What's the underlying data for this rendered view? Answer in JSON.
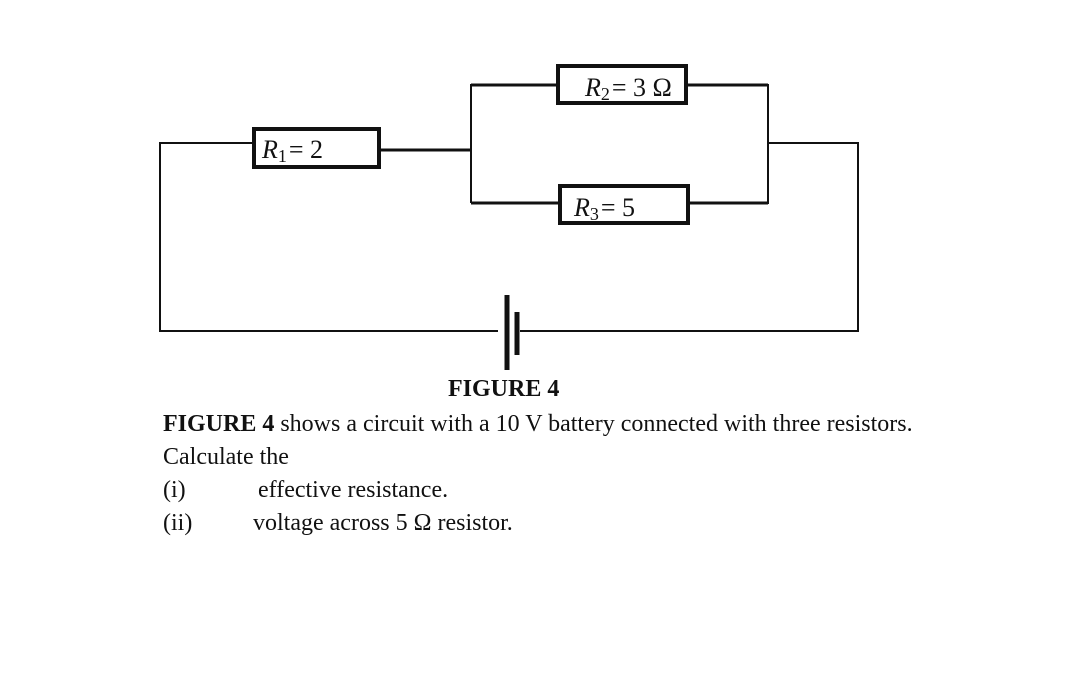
{
  "circuit": {
    "resistors": [
      {
        "id": "R1",
        "symbol": "R",
        "sub": "1",
        "label_value": "= 2"
      },
      {
        "id": "R2",
        "symbol": "R",
        "sub": "2",
        "label_value": "= 3 Ω"
      },
      {
        "id": "R3",
        "symbol": "R",
        "sub": "3",
        "label_value": "= 5"
      }
    ],
    "battery": {
      "type": "single-cell",
      "voltage": "10 V"
    },
    "topology": "R1 in series with (R2 parallel R3), across battery"
  },
  "figure_title": "FIGURE 4",
  "description": {
    "bold_lead": "FIGURE 4",
    "text": " shows a circuit with a 10 V battery connected with three resistors.",
    "line2": "Calculate the"
  },
  "questions": [
    {
      "num": "(i)",
      "text": "effective resistance."
    },
    {
      "num": "(ii)",
      "text": "voltage across 5 Ω resistor."
    }
  ]
}
